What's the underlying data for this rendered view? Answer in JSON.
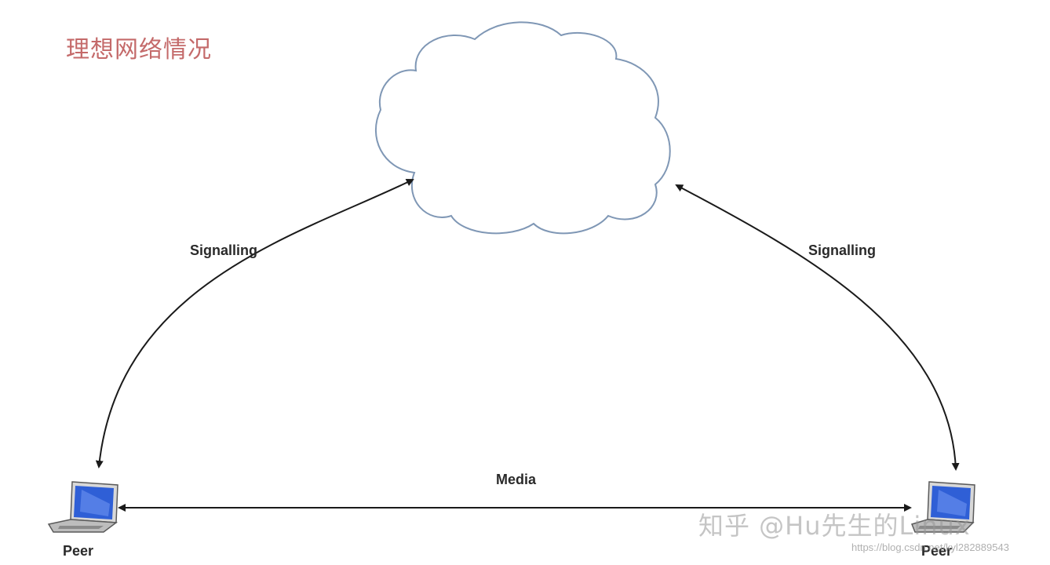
{
  "title": "理想网络情况",
  "edges": {
    "signalling_left": "Signalling",
    "signalling_right": "Signalling",
    "media": "Media"
  },
  "nodes": {
    "cloud": "",
    "peer_left": "Peer",
    "peer_right": "Peer"
  },
  "colors": {
    "title": "#c46a6a",
    "cloud_outline": "#7f97b5",
    "arrow": "#1a1a1a",
    "laptop_screen": "#2f5fd6"
  },
  "icons": {
    "cloud": "cloud-shape",
    "peer": "laptop-icon"
  },
  "watermark": {
    "main": "知乎 @Hu先生的Linux",
    "url": "https://blog.csdn.net/kyl282889543"
  }
}
